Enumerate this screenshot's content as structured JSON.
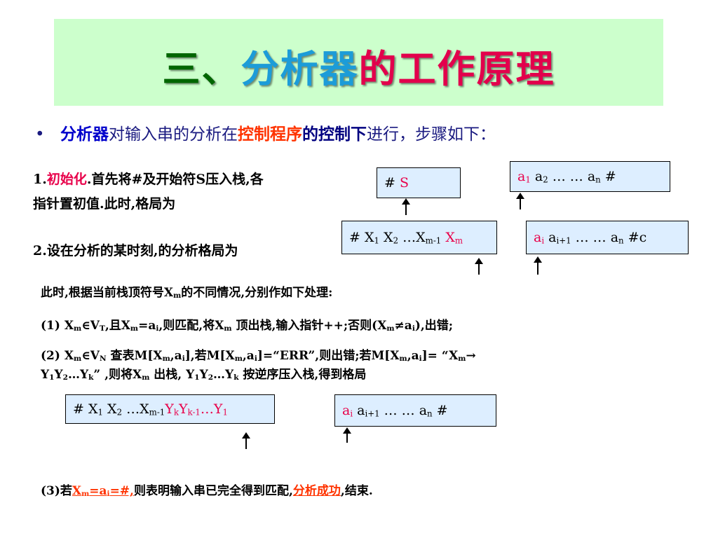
{
  "title": {
    "part1": "三、",
    "part2": "分析器",
    "part3": "的工作原理"
  },
  "bullet": {
    "symbol": "•",
    "t1": "分析器",
    "t2": "对输入串的分析在",
    "t3": "控制程序",
    "t4": "的控制下",
    "t5": "进行，步骤如下："
  },
  "step1": {
    "prefix": "1.",
    "highlight": "初始化",
    "line1_rest": ".首先将#及开始符S压入栈,各",
    "line2": "指针置初值.此时,格局为"
  },
  "box1": {
    "hash": "# ",
    "symbol": "S"
  },
  "input1": {
    "a1": "a",
    "sub1": "1",
    "a2": " a",
    "sub2": "2",
    "rest": " …  … a",
    "subn": "n",
    "end": " #"
  },
  "step2": {
    "text": "2.设在分析的某时刻,的分析格局为"
  },
  "box2": {
    "p1": "# X",
    "s1": "1",
    "p2": " X",
    "s2": "2",
    "p3": " …X",
    "s3": "m-1",
    "p4": " X",
    "s4": "m"
  },
  "input2": {
    "a": "a",
    "si": "i",
    "p2": " a",
    "si1": "i+1",
    "p3": " …  … a",
    "sn": "n",
    "end": " #c"
  },
  "desc": {
    "pre": "此时,根据当前栈顶符号X",
    "sub": "m",
    "post": "的不同情况,分别作如下处理:"
  },
  "case1": {
    "p1": "(1) X",
    "s1": "m",
    "p2": "∈V",
    "s2": "T",
    "p3": ",且X",
    "s3": "m",
    "p4": "=a",
    "s4": "i",
    "p5": ",则匹配,将X",
    "s5": "m",
    "p6": " 顶出栈,输入指针++;否则(X",
    "s6": "m",
    "p7": "≠a",
    "s7": "i",
    "p8": "),出错;"
  },
  "case2": {
    "l1p1": "(2) X",
    "l1s1": "m",
    "l1p2": "∈V",
    "l1s2": "N",
    "l1p3": " 查表M[X",
    "l1s3": "m",
    "l1p4": ",a",
    "l1s4": "i",
    "l1p5": "],若M[X",
    "l1s5": "m",
    "l1p6": ",a",
    "l1s6": "i",
    "l1p7": "]=“ERR”,则出错;若M[X",
    "l1s7": "m",
    "l1p8": ",a",
    "l1s8": "i",
    "l1p9": "]= “X",
    "l1s9": "m",
    "l1p10": "→",
    "l2p1": "Y",
    "l2s1": "1",
    "l2p2": "Y",
    "l2s2": "2",
    "l2p3": "…Y",
    "l2s3": "k",
    "l2p4": "” ,则将X",
    "l2s4": "m",
    "l2p5": " 出栈, Y",
    "l2s5": "1",
    "l2p6": "Y",
    "l2s6": "2",
    "l2p7": "…Y",
    "l2s7": "k",
    "l2p8": " 按逆序压入栈,得到格局"
  },
  "box3": {
    "p1": "# X",
    "s1": "1",
    "p2": " X",
    "s2": "2",
    "p3": " …X",
    "s3": "m-1",
    "r1": "Y",
    "rs1": "k",
    "r2": "Y",
    "rs2": "k-1",
    "r3": "…Y",
    "rs3": "1"
  },
  "input3": {
    "a": "a",
    "si": "i",
    "p2": " a",
    "si1": "i+1",
    "p3": " …  … a",
    "sn": "n",
    "end": " #"
  },
  "case3": {
    "p1": "(3)若",
    "h1": "X",
    "hs1": "m",
    "h2": "=a",
    "hs2": "i",
    "h3": "=#,",
    "p2": "则表明输入串已完全得到匹配,",
    "success": "分析成功",
    "p3": ",结束."
  },
  "colors": {
    "title_bg": "#ccffcc",
    "box_bg": "#ddeeff",
    "accent_red": "#e8004a",
    "accent_orange": "#ff3300"
  }
}
